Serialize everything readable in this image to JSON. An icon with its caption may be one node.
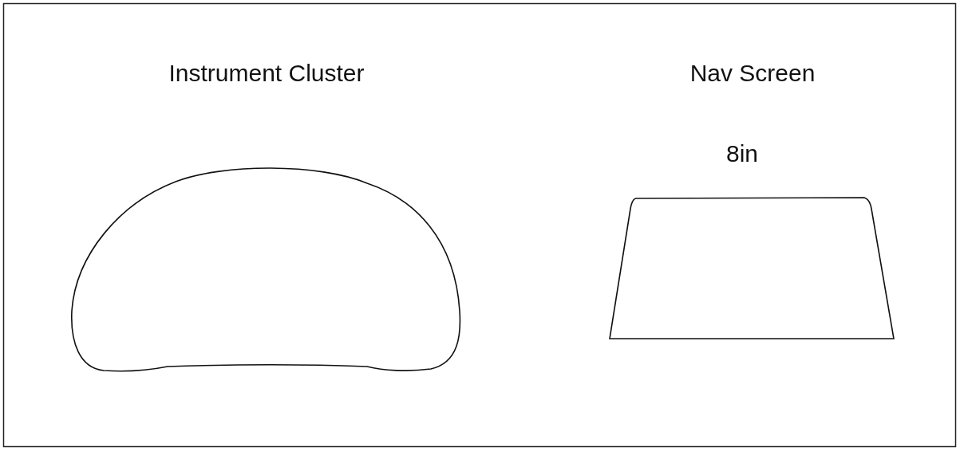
{
  "diagram": {
    "nodes": [
      {
        "text": [
          "Instrument Cluster"
        ]
      },
      {
        "text": [
          "Nav Screen"
        ],
        "beside": [
          "8in"
        ]
      }
    ]
  }
}
